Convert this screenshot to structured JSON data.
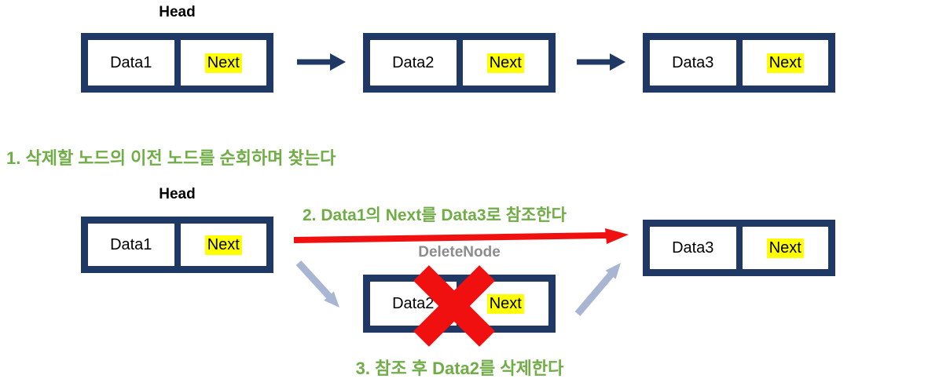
{
  "colors": {
    "node_border": "#1F3864",
    "highlight": "#FFFF00",
    "step_text": "#70AD47",
    "delete_red": "#F01010",
    "deletenode_gray": "#8C8C8C",
    "soft_arrow": "#A8B6D4"
  },
  "top_diagram": {
    "head_label": "Head",
    "nodes": [
      {
        "data": "Data1",
        "pointer": "Next"
      },
      {
        "data": "Data2",
        "pointer": "Next"
      },
      {
        "data": "Data3",
        "pointer": "Next"
      }
    ]
  },
  "steps": {
    "step1": "1. 삭제할 노드의 이전 노드를 순회하며 찾는다",
    "step2": "2. Data1의 Next를 Data3로 참조한다",
    "step3": "3. 참조 후 Data2를 삭제한다"
  },
  "bottom_diagram": {
    "head_label": "Head",
    "delete_node_label": "DeleteNode",
    "nodes": [
      {
        "data": "Data1",
        "pointer": "Next"
      },
      {
        "data": "Data2",
        "pointer": "Next"
      },
      {
        "data": "Data3",
        "pointer": "Next"
      }
    ]
  }
}
